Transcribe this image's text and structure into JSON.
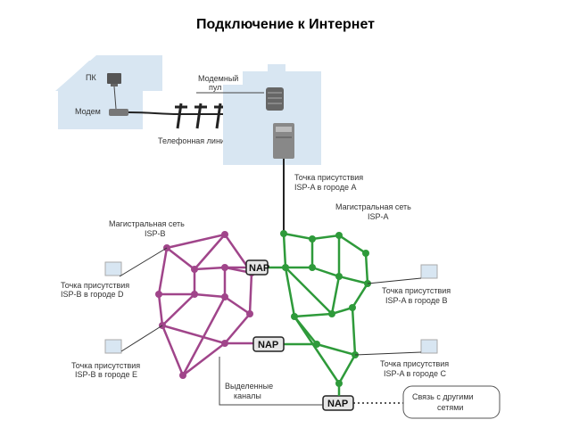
{
  "title": "Подключение к Интернет",
  "labels": {
    "pc": "ПК",
    "modem": "Модем",
    "modem_pool_1": "Модемный",
    "modem_pool_2": "пул",
    "phone_line": "Телефонная линия",
    "pop_a_city_a_1": "Точка присутствия",
    "pop_a_city_a_2": "ISP-A в городе A",
    "backbone_a_1": "Магистральная сеть",
    "backbone_a_2": "ISP-A",
    "backbone_b_1": "Магистральная сеть",
    "backbone_b_2": "ISP-B",
    "pop_b_city_d_1": "Точка присутствия",
    "pop_b_city_d_2": "ISP-B в городе D",
    "pop_b_city_e_1": "Точка присутствия",
    "pop_b_city_e_2": "ISP-B в городе E",
    "pop_a_city_b_1": "Точка присутствия",
    "pop_a_city_b_2": "ISP-A в городе B",
    "pop_a_city_c_1": "Точка присутствия",
    "pop_a_city_c_2": "ISP-A в городе C",
    "leased_1": "Выделенные",
    "leased_2": "каналы",
    "links_1": "Связь с другими",
    "links_2": "сетями",
    "nap": "NAP"
  },
  "colors": {
    "isp_a": "#2e9a3a",
    "isp_b": "#a0458a",
    "building": "#d8e6f2"
  }
}
